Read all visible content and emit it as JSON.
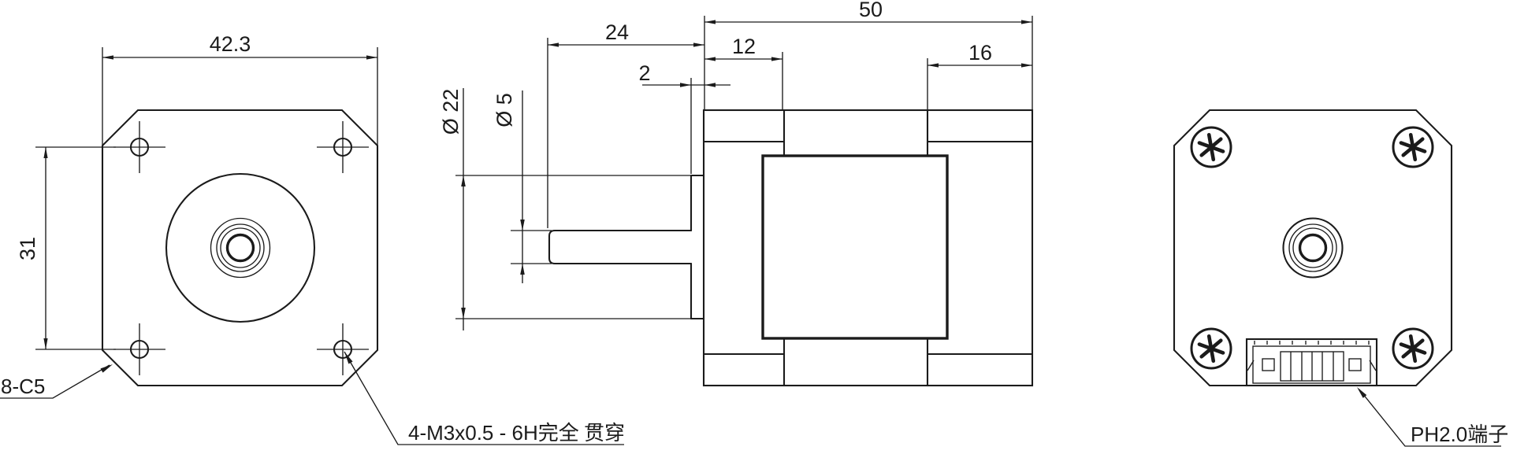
{
  "colors": {
    "background": "#ffffff",
    "line": "#1b1b1b"
  },
  "front_view": {
    "dim_width": "42.3",
    "dim_hole_spacing": "31",
    "chamfer_label": "8-C5",
    "thread_label_main": "4-M3x0.5 - 6H完全",
    "thread_label_suffix": "贯穿"
  },
  "side_view": {
    "dim_shaft_length": "24",
    "dim_boss_protrusion": "2",
    "dim_body_length": "50",
    "dim_front_cap": "12",
    "dim_rear_cap": "16",
    "dim_boss_diameter": "Ø 22",
    "dim_shaft_diameter": "Ø 5"
  },
  "rear_view": {
    "connector_label": "PH2.0端子"
  }
}
